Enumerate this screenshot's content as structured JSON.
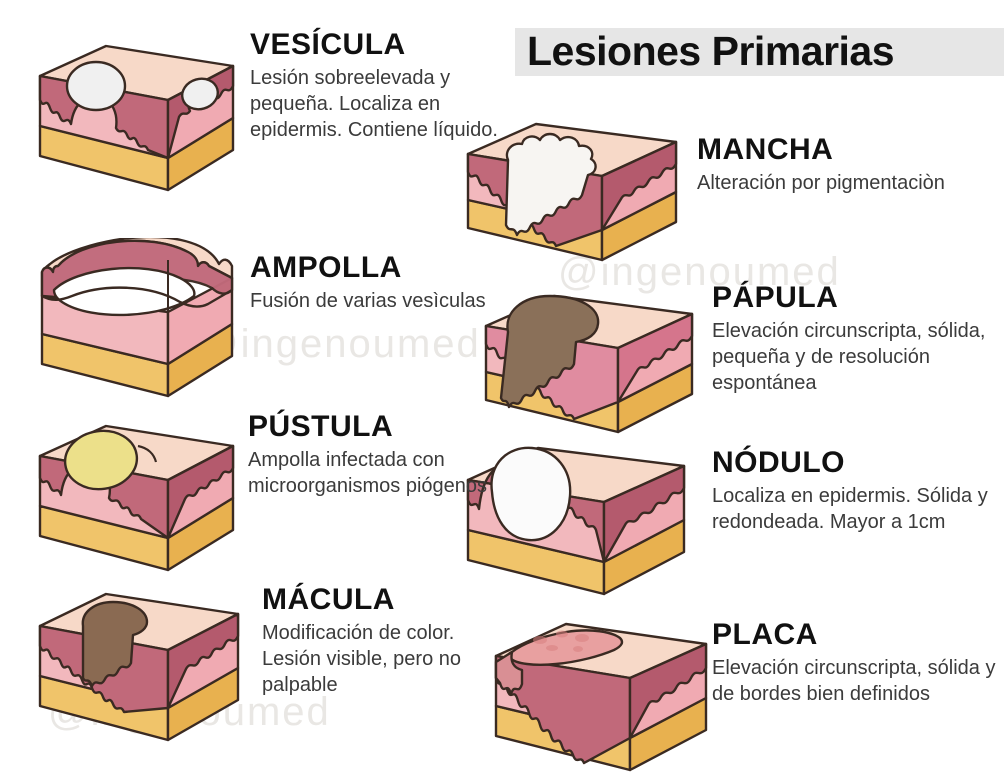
{
  "header": {
    "title": "Lesiones Primarias",
    "band_color": "#e6e6e6"
  },
  "watermark": {
    "handle": "@ingenoumed"
  },
  "palette": {
    "epidermis": "#c1697a",
    "epidermis_dark": "#a8485f",
    "dermis": "#f2b8bd",
    "dermis_top": "#f7d9c8",
    "fat": "#f0c46a",
    "fat_side": "#e8b14f",
    "outline": "#3a2a22",
    "vesicle_fluid": "#f2f2f2",
    "pus": "#ece08a",
    "pigment_brown": "#8a6a52",
    "plaque_red": "#e8a0a0",
    "text_dark": "#3b3b3b",
    "heading": "#111111"
  },
  "lesions": [
    {
      "id": "vesicula",
      "name": "VESÍCULA",
      "description": "Lesión sobreelevada y pequeña. Localiza en epidermis. Contiene líquido.",
      "column": "left"
    },
    {
      "id": "ampolla",
      "name": "AMPOLLA",
      "description": "Fusión de varias vesìculas",
      "column": "left"
    },
    {
      "id": "pustula",
      "name": "PÚSTULA",
      "description": "Ampolla infectada con microorganismos piógenos",
      "column": "left"
    },
    {
      "id": "macula",
      "name": "MÁCULA",
      "description": "Modificación de color. Lesión visible, pero no palpable",
      "column": "left"
    },
    {
      "id": "mancha",
      "name": "MANCHA",
      "description": "Alteración por pigmentaciòn",
      "column": "right"
    },
    {
      "id": "papula",
      "name": "PÁPULA",
      "description": "Elevación circunscripta, sólida, pequeña y de resolución espontánea",
      "column": "right"
    },
    {
      "id": "nodulo",
      "name": "NÓDULO",
      "description": "Localiza en epidermis. Sólida y redondeada. Mayor a 1cm",
      "column": "right"
    },
    {
      "id": "placa",
      "name": "PLACA",
      "description": "Elevación circunscripta, sólida y de bordes bien definidos",
      "column": "right"
    }
  ]
}
